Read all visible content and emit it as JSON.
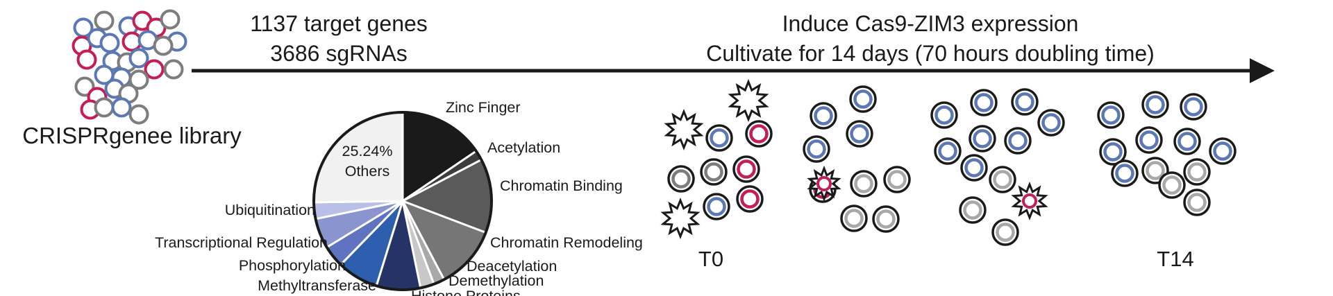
{
  "library": {
    "label": "CRISPRgenee library"
  },
  "screen_design": {
    "line1": "1137 target genes",
    "line2": "3686 sgRNAs"
  },
  "protocol": {
    "line1": "Induce Cas9-ZIM3 expression",
    "line2": "Cultivate for 14 days (70 hours doubling time)"
  },
  "timepoints": {
    "start": "T0",
    "end": "T14"
  },
  "pie": {
    "others_percent": "25.24%",
    "others_label": "Others"
  },
  "chart_data": {
    "type": "pie",
    "categories": [
      "Zinc Finger",
      "Acetylation",
      "Chromatin Binding",
      "Chromatin Remodeling",
      "Deacetylation",
      "Demethylation",
      "Histone Proteins",
      "Methyltransferase",
      "Phosphorylation",
      "Transcriptional Regulation",
      "Ubiquitination",
      "Others"
    ],
    "values": [
      15.5,
      1.8,
      13.5,
      11.5,
      2.0,
      2.5,
      8.0,
      7.5,
      4.0,
      5.5,
      3.0,
      25.24
    ],
    "colors": [
      "#1a1a1a",
      "#3d3d3d",
      "#5a5a5a",
      "#767676",
      "#a8a8a8",
      "#c8c8c8",
      "#263366",
      "#2e5fae",
      "#5f73c0",
      "#8a94cf",
      "#b9bfe6",
      "#f1f1f1"
    ],
    "title": "",
    "legend": "leader labels outside slices"
  },
  "legend_colors": {
    "targeting_guide": "#5b78b4",
    "essential_guide": "#c41e57",
    "depleted_guide": "#a8a8a8",
    "library_gray": "#7d7d7d",
    "cell_outline": "#1a1a1a"
  }
}
